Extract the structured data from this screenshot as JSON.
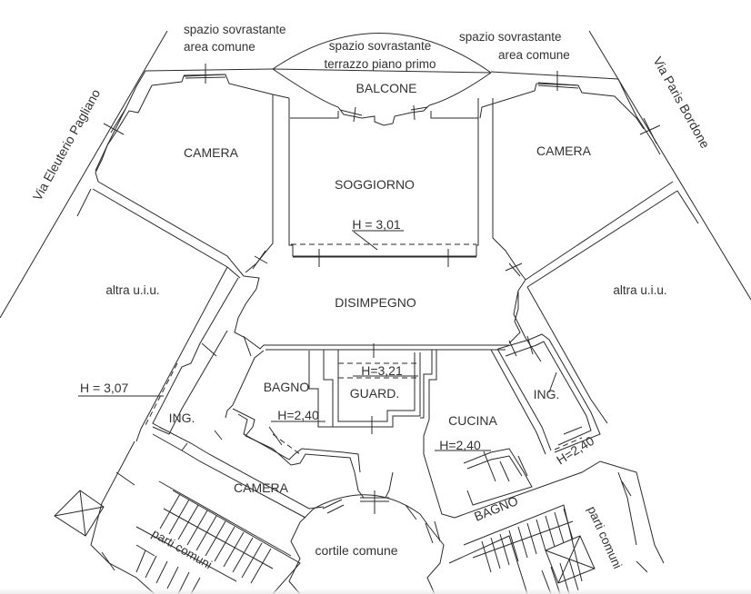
{
  "plan": {
    "streets": {
      "left": "Via Eleuterio Pagliano",
      "right": "Via Paris Bordone"
    },
    "annotations": {
      "top_left_line1": "spazio sovrastante",
      "top_left_line2": "area comune",
      "top_center_line1": "spazio sovrastante",
      "top_center_line2": "terrazzo piano primo",
      "top_right_line1": "spazio sovrastante",
      "top_right_line2": "area comune"
    },
    "rooms": {
      "balcone": "BALCONE",
      "camera_left": "CAMERA",
      "soggiorno": "SOGGIORNO",
      "camera_right": "CAMERA",
      "altra_left": "altra u.i.u.",
      "disimpegno": "DISIMPEGNO",
      "altra_right": "altra u.i.u.",
      "bagno_left": "BAGNO",
      "guard": "GUARD.",
      "ing_left": "ING.",
      "cucina": "CUCINA",
      "ing_right": "ING.",
      "camera_bottom": "CAMERA",
      "bagno_right": "BAGNO",
      "cortile": "cortile comune",
      "parti_left": "parti comuni",
      "parti_right": "parti comuni"
    },
    "heights": {
      "soggiorno": "H = 3,01",
      "left_ing": "H = 3,07",
      "guard": "H=3,21",
      "bagno": "H=2,40",
      "cucina": "H=2,40",
      "ing_right": "H=2,40"
    }
  }
}
